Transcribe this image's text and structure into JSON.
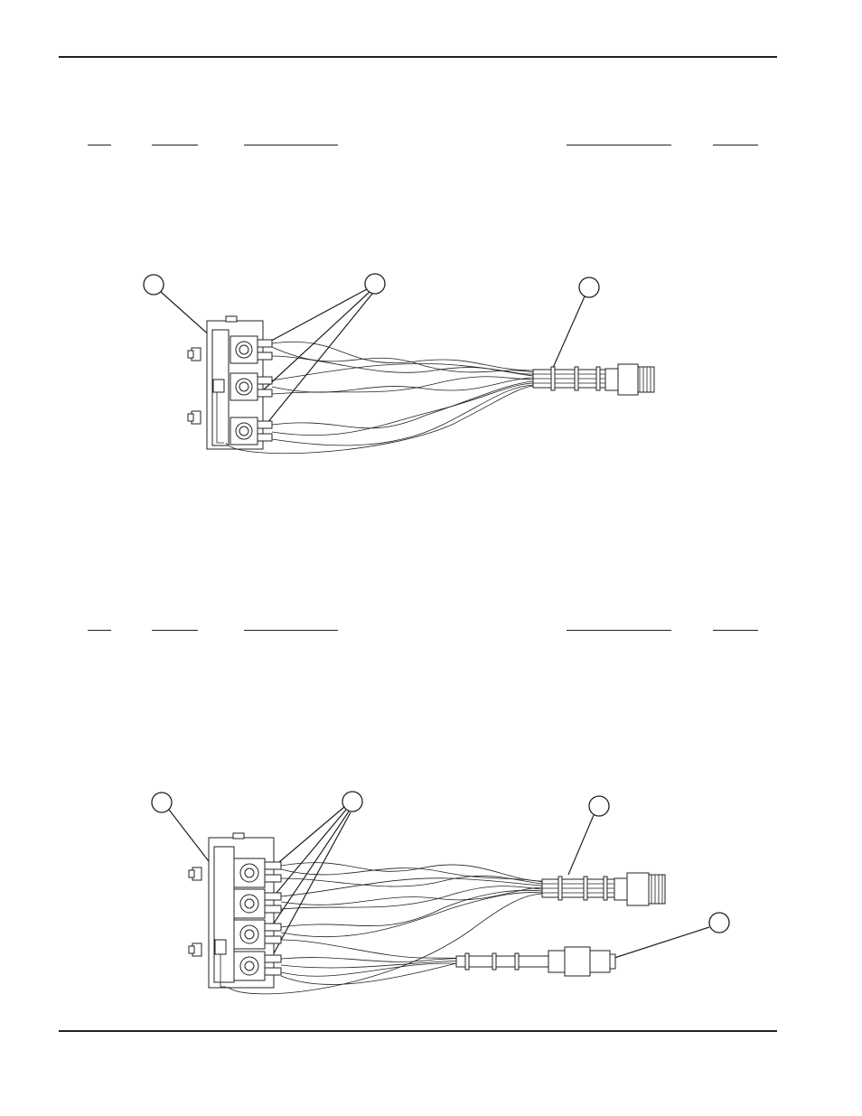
{
  "page": {
    "header_rule": "top-rule",
    "footer_rule": "bottom-rule"
  },
  "sections": [
    {
      "id": "figure-1",
      "table_header_columns": 6,
      "callouts": [
        "",
        "",
        ""
      ]
    },
    {
      "id": "figure-2",
      "table_header_columns": 6,
      "callouts": [
        "",
        "",
        "",
        ""
      ]
    }
  ],
  "colors": {
    "ink": "#231f20",
    "paper": "#ffffff"
  }
}
